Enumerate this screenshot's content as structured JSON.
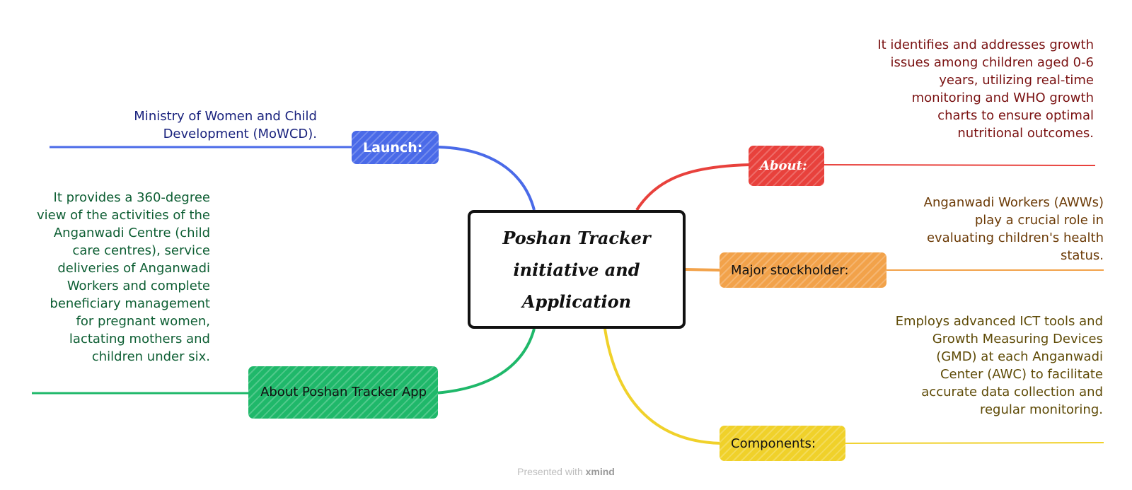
{
  "central": {
    "title": "Poshan Tracker initiative and Application"
  },
  "branches": {
    "launch": {
      "label": "Launch:",
      "color": "#4a6ae8",
      "text": "Ministry of Women and Child Development (MoWCD).",
      "text_color": "#1a237e"
    },
    "about": {
      "label": "About:",
      "color": "#e8413c",
      "text": "It identifies and addresses growth issues among children aged 0-6 years, utilizing real-time monitoring and WHO growth charts to ensure optimal nutritional outcomes.",
      "text_color": "#7a1212"
    },
    "stakeholder": {
      "label": "Major stockholder:",
      "color": "#f2a24a",
      "text": "Anganwadi Workers (AWWs) play a crucial role in evaluating children's health status.",
      "text_color": "#6b3a06"
    },
    "app": {
      "label": "About Poshan Tracker App",
      "color": "#1fb86a",
      "text": "It provides a 360-degree view of the activities of the Anganwadi Centre (child care centres), service deliveries of Anganwadi Workers and complete beneficiary management for pregnant women, lactating mothers and children under six.",
      "text_color": "#0d5e33"
    },
    "components": {
      "label": "Components:",
      "color": "#f0d12a",
      "text": "Employs advanced ICT tools and Growth Measuring Devices (GMD) at each Anganwadi Center (AWC) to facilitate accurate data collection and regular monitoring.",
      "text_color": "#5e4a06"
    }
  },
  "footer": {
    "prefix": "Presented with",
    "brand": "xmind"
  }
}
